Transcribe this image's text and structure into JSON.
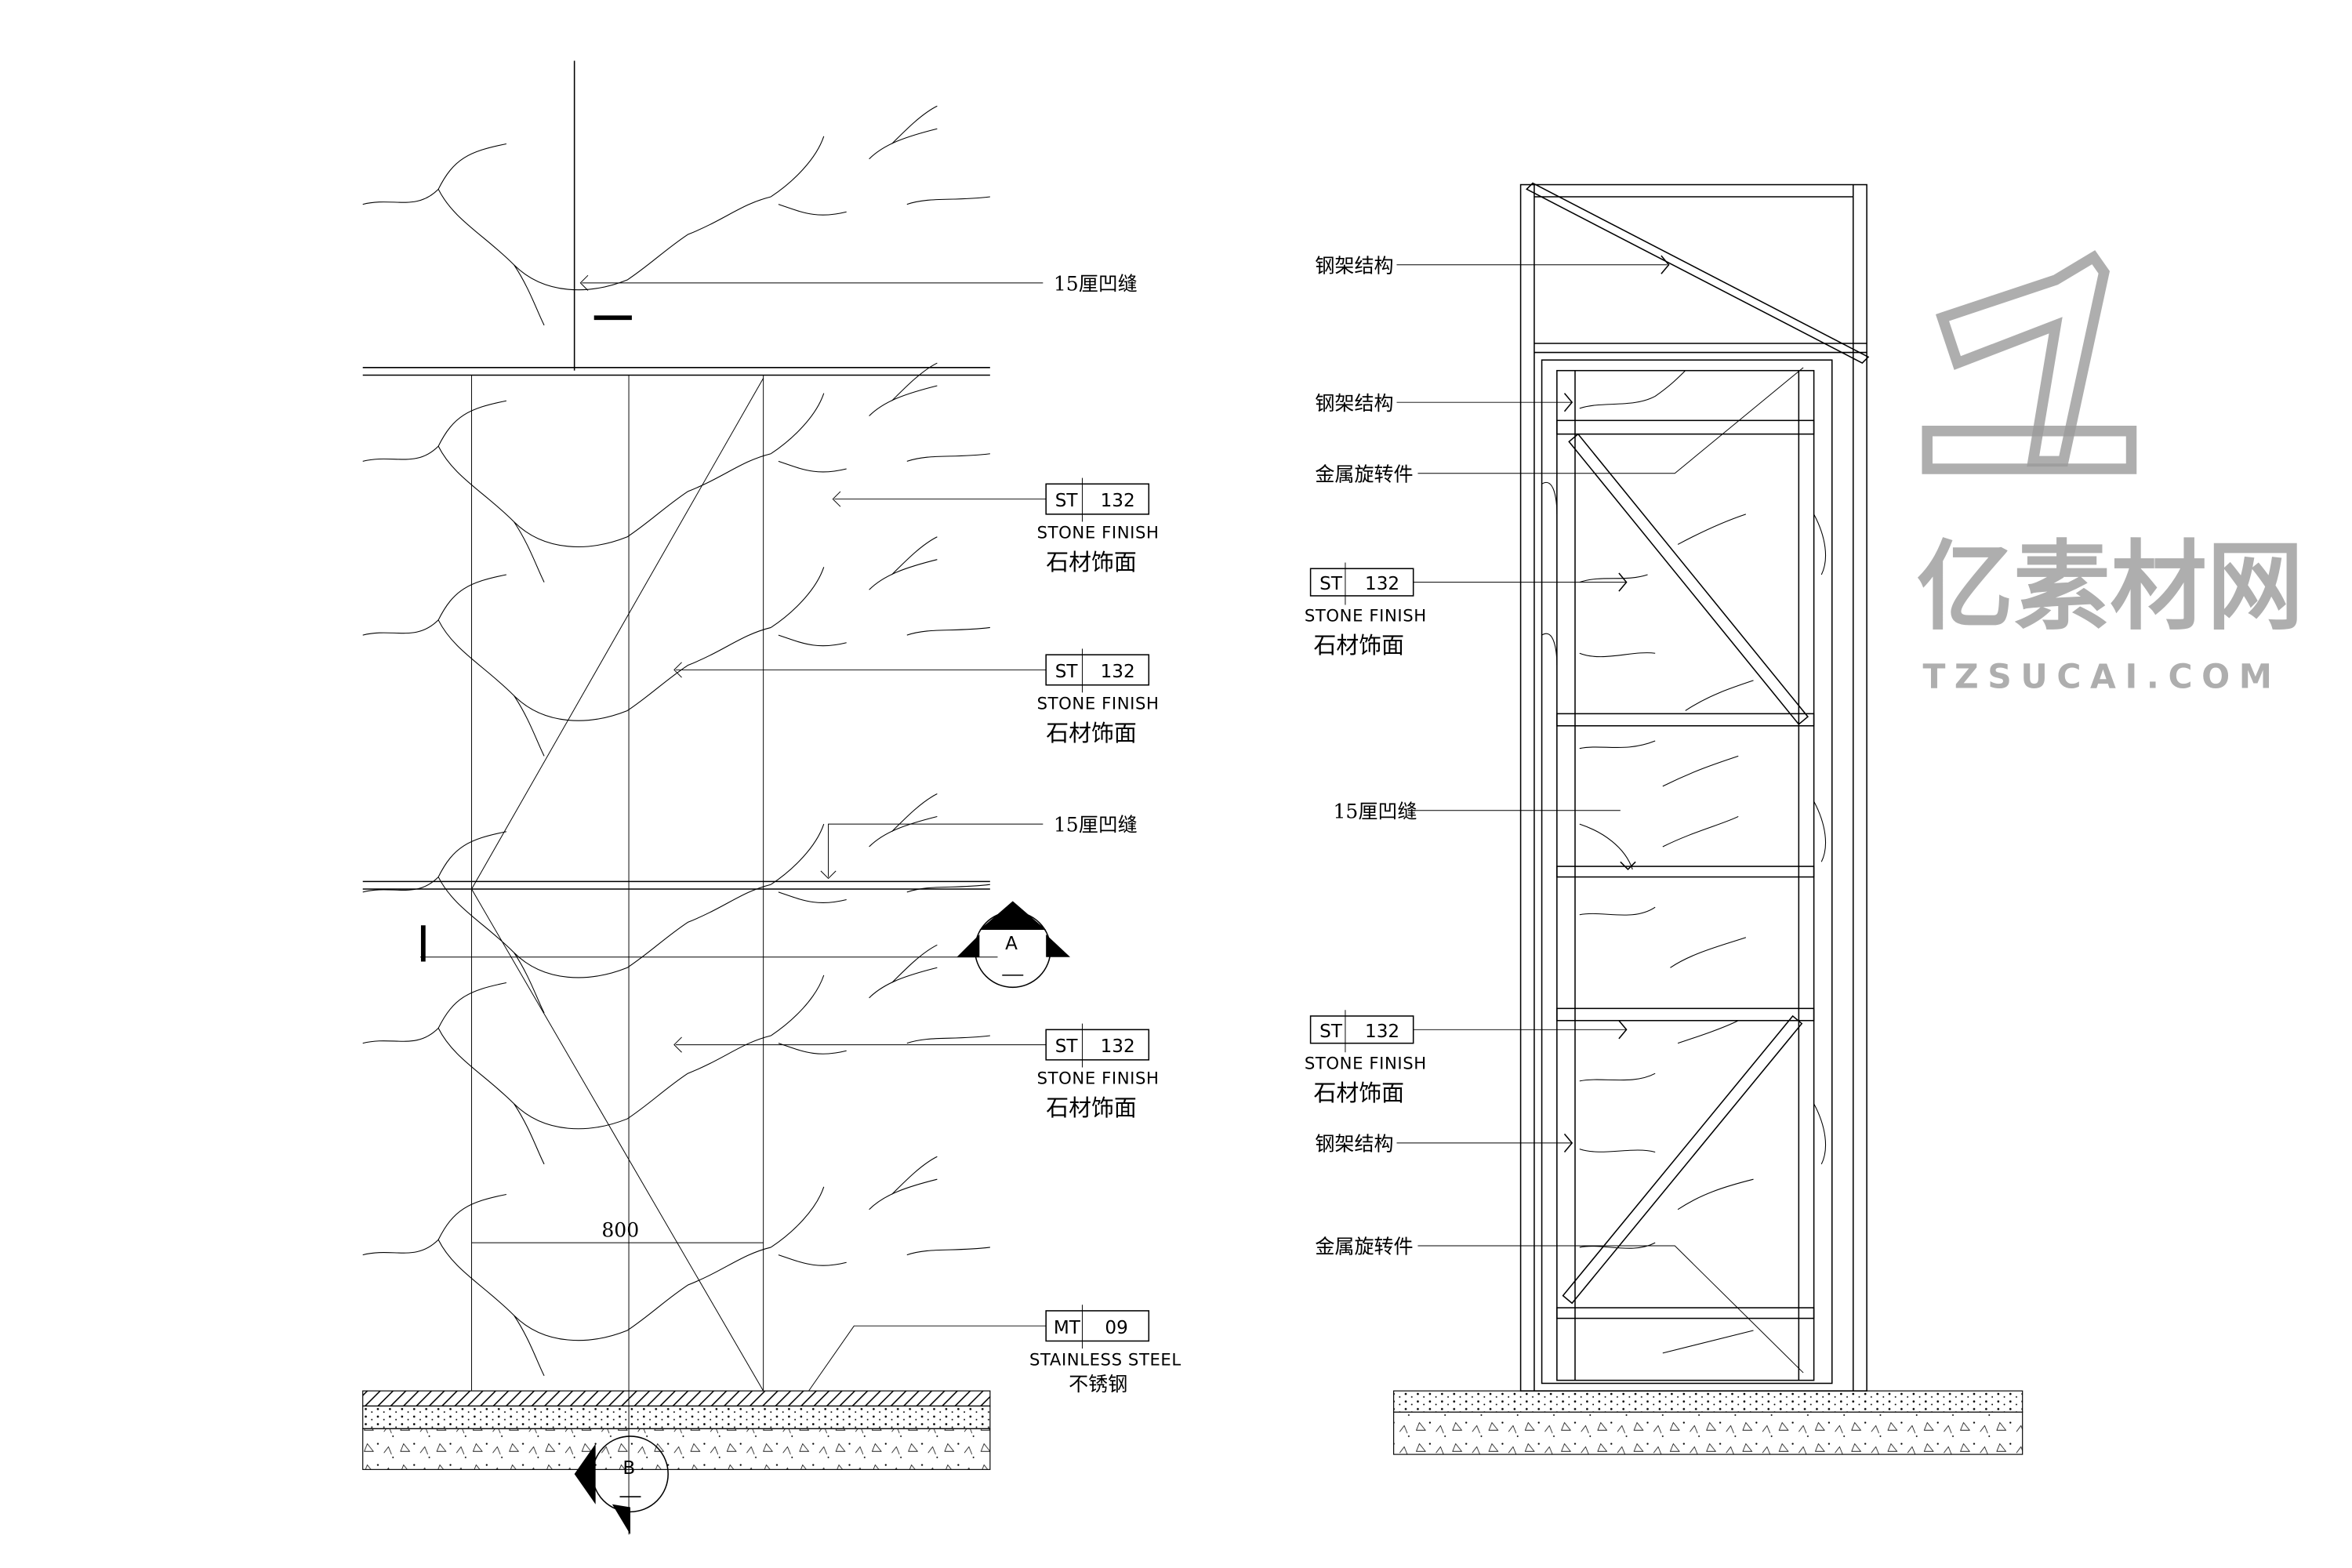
{
  "drawing": {
    "left_elevation": {
      "labels": {
        "groove_top": "15厘凹缝",
        "groove_mid": "15厘凹缝",
        "dimension": "800",
        "section_a": "A",
        "section_b": "B"
      },
      "material_tags": [
        {
          "code": "ST",
          "number": "132",
          "name_en": "STONE FINISH",
          "name_cn": "石材饰面"
        },
        {
          "code": "ST",
          "number": "132",
          "name_en": "STONE FINISH",
          "name_cn": "石材饰面"
        },
        {
          "code": "ST",
          "number": "132",
          "name_en": "STONE FINISH",
          "name_cn": "石材饰面"
        },
        {
          "code": "MT",
          "number": "09",
          "name_en": "STAINLESS STEEL",
          "name_cn": "不锈钢"
        }
      ]
    },
    "right_section": {
      "labels": {
        "steel_frame_1": "钢架结构",
        "steel_frame_2": "钢架结构",
        "pivot_1": "金属旋转件",
        "groove": "15厘凹缝",
        "steel_frame_3": "钢架结构",
        "pivot_2": "金属旋转件"
      },
      "material_tags": [
        {
          "code": "ST",
          "number": "132",
          "name_en": "STONE FINISH",
          "name_cn": "石材饰面"
        },
        {
          "code": "ST",
          "number": "132",
          "name_en": "STONE FINISH",
          "name_cn": "石材饰面"
        }
      ]
    }
  },
  "watermark": {
    "title": "亿素材网",
    "url": "TZSUCAI.COM"
  },
  "colors": {
    "line": "#000000",
    "watermark": "#9a9a9a",
    "background": "#ffffff"
  }
}
